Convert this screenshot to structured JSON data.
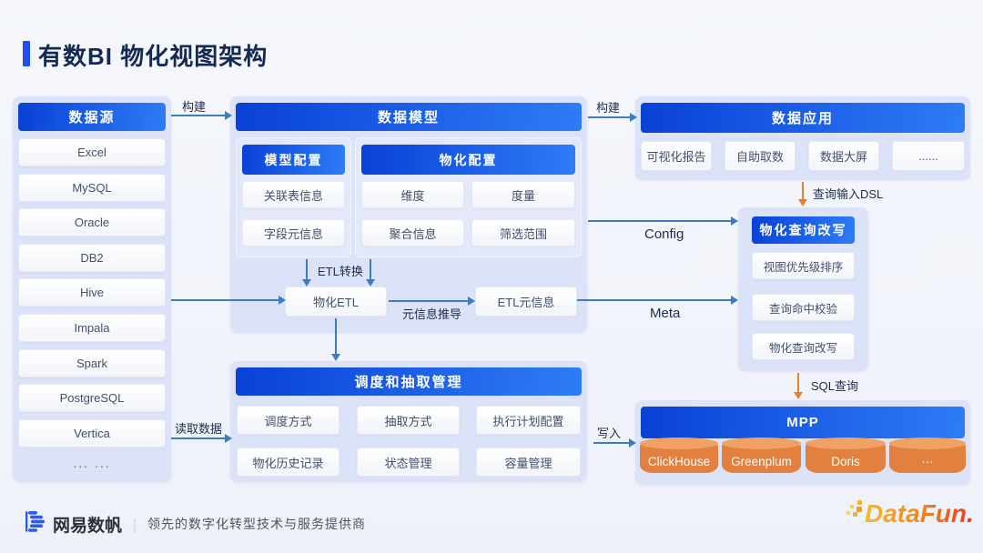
{
  "title": {
    "text": "有数BI 物化视图架构"
  },
  "colors": {
    "header_gradient_start": "#0941d6",
    "header_gradient_end": "#2e7cf6",
    "panel_bg": "#dce2f7",
    "arrow_blue": "#3e7cbd",
    "arrow_orange": "#e8802f",
    "cylinder_orange": "#e2813f",
    "title_accent": "#1d4ff2"
  },
  "data_source": {
    "header": "数据源",
    "items": [
      "Excel",
      "MySQL",
      "Oracle",
      "DB2",
      "Hive",
      "Impala",
      "Spark",
      "PostgreSQL",
      "Vertica"
    ],
    "more": "... ..."
  },
  "data_model": {
    "header": "数据模型",
    "model_config": {
      "header": "模型配置",
      "items": [
        "关联表信息",
        "字段元信息"
      ]
    },
    "material_config": {
      "header": "物化配置",
      "items": [
        "维度",
        "度量",
        "聚合信息",
        "筛选范围"
      ]
    },
    "etl_box": "物化ETL",
    "etl_meta_box": "ETL元信息"
  },
  "data_app": {
    "header": "数据应用",
    "items": [
      "可视化报告",
      "自助取数",
      "数据大屏",
      "......"
    ]
  },
  "query_rewrite": {
    "header": "物化查询改写",
    "items": [
      "视图优先级排序",
      "查询命中校验",
      "物化查询改写"
    ]
  },
  "schedule": {
    "header": "调度和抽取管理",
    "items": [
      "调度方式",
      "抽取方式",
      "执行计划配置",
      "物化历史记录",
      "状态管理",
      "容量管理"
    ]
  },
  "mpp": {
    "header": "MPP",
    "items": [
      "ClickHouse",
      "Greenplum",
      "Doris",
      "···"
    ]
  },
  "arrows": {
    "build1": "构建",
    "build2": "构建",
    "etl_transform": "ETL转换",
    "meta_derive": "元信息推导",
    "config": "Config",
    "meta": "Meta",
    "query_dsl": "查询输入DSL",
    "sql_query": "SQL查询",
    "read_data": "读取数据",
    "write": "写入"
  },
  "footer": {
    "brand": "网易数帆",
    "separator": "｜",
    "tagline": "领先的数字化转型技术与服务提供商",
    "logo_right": "DataFun."
  }
}
